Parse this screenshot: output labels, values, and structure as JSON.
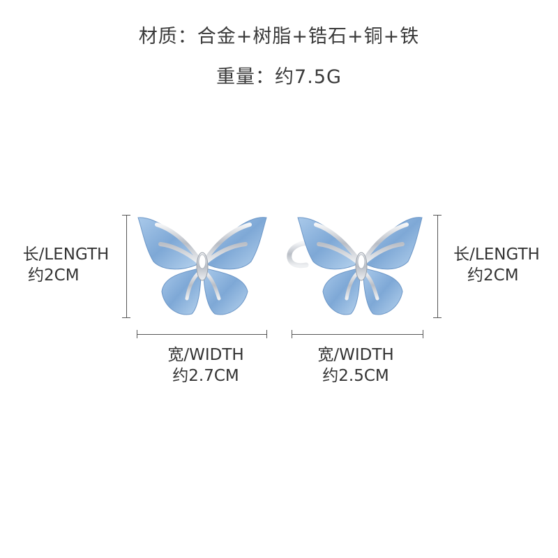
{
  "specs": {
    "material": "材质：合金+树脂+锆石+铜+铁",
    "weight": "重量：约7.5G"
  },
  "left_piece": {
    "length_label": "长/LENGTH",
    "length_value": "约2CM",
    "width_label": "宽/WIDTH",
    "width_value": "约2.7CM"
  },
  "right_piece": {
    "length_label": "长/LENGTH",
    "length_value": "约2CM",
    "width_label": "宽/WIDTH",
    "width_value": "约2.5CM"
  },
  "colors": {
    "wing_blue": "#8fb6dd",
    "wing_dark": "#5b86b6",
    "silver": "#d9dde2"
  }
}
